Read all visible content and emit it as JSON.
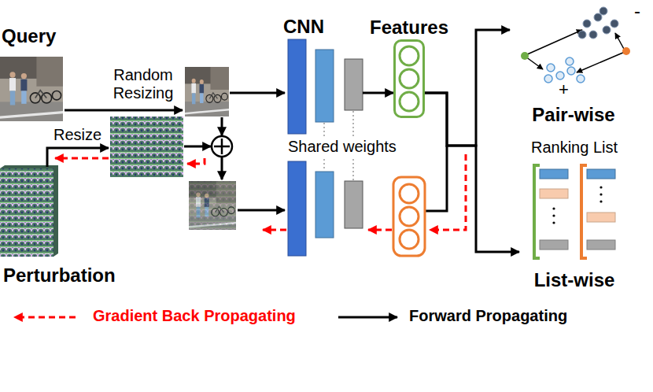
{
  "diagram": {
    "nodes": [
      {
        "text": [
          "Query"
        ]
      },
      {
        "text": [
          "Perturbation"
        ]
      },
      {
        "text": [
          "CNN"
        ]
      },
      {
        "text": [
          "Features"
        ]
      },
      {
        "text": [
          "Pair-wise"
        ]
      },
      {
        "text": [
          "Ranking List",
          "List-wise"
        ]
      }
    ],
    "edges": [
      {
        "from": 2,
        "to": 3,
        "arrow": "to"
      },
      {
        "from": 3,
        "to": 4,
        "arrow": "to"
      },
      {
        "from": 3,
        "to": 5,
        "arrow": "to"
      }
    ],
    "labels": [
      "Random Resizing",
      "Resize",
      "Shared weights",
      "-",
      "+"
    ],
    "legend": [
      {
        "text": "Gradient Back Propagating"
      },
      {
        "text": "Forward Propagating"
      }
    ]
  }
}
